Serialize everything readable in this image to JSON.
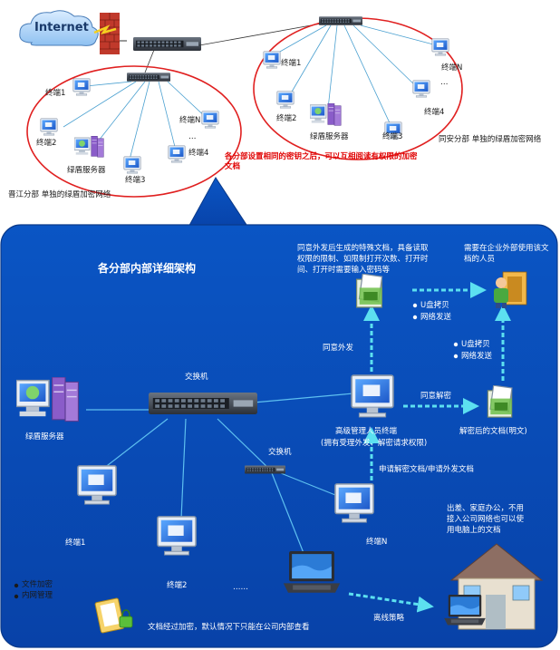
{
  "internet": "Internet",
  "top_right": {
    "terminals": [
      "终端1",
      "终端N",
      "终端2",
      "终端3",
      "终端4"
    ],
    "dots": "…",
    "server": "绿盾服务器",
    "caption": "同安分部  单独的绿盾加密网络"
  },
  "top_left": {
    "terminals": [
      "终端1",
      "终端N",
      "终端2",
      "终端3",
      "终端4"
    ],
    "dots": "…",
    "server": "绿盾服务器",
    "caption": "晋江分部  单独的绿盾加密网络"
  },
  "red_note": "各分部设置相同的密钥之后，可以互相阅读有权限的加密文档",
  "panel": {
    "title": "各分部内部详细架构",
    "special_doc_desc": "同意外发后生成的特殊文档，具备读取权限的限制、如限制打开次数、打开时间、打开时需要输入密码等",
    "external_person": "需要在企业外部使用该文档的人员",
    "bullets_top": [
      "U盘拷贝",
      "网络发送"
    ],
    "bullets_right": [
      "U盘拷贝",
      "网络发送"
    ],
    "agree_send": "同意外发",
    "agree_decrypt": "同意解密",
    "switch_main": "交换机",
    "switch_small": "交换机",
    "server": "绿盾服务器",
    "admin_line1": "高级管理人员终端",
    "admin_line2": "(拥有受理外发、解密请求权限)",
    "decrypted_doc": "解密后的文档(明文)",
    "apply": "申请解密文档/申请外发文档",
    "terminal_1": "终端1",
    "terminal_2": "终端2",
    "terminal_n": "终端N",
    "ellipsis": "……",
    "business_trip": "出差、家庭办公，不用接入公司网络也可以使用电脑上的文档",
    "bullets_bottom": [
      "文件加密",
      "内网管理"
    ],
    "offline": "离线策略",
    "footer": "文档经过加密，默认情况下只能在公司内部查看"
  }
}
